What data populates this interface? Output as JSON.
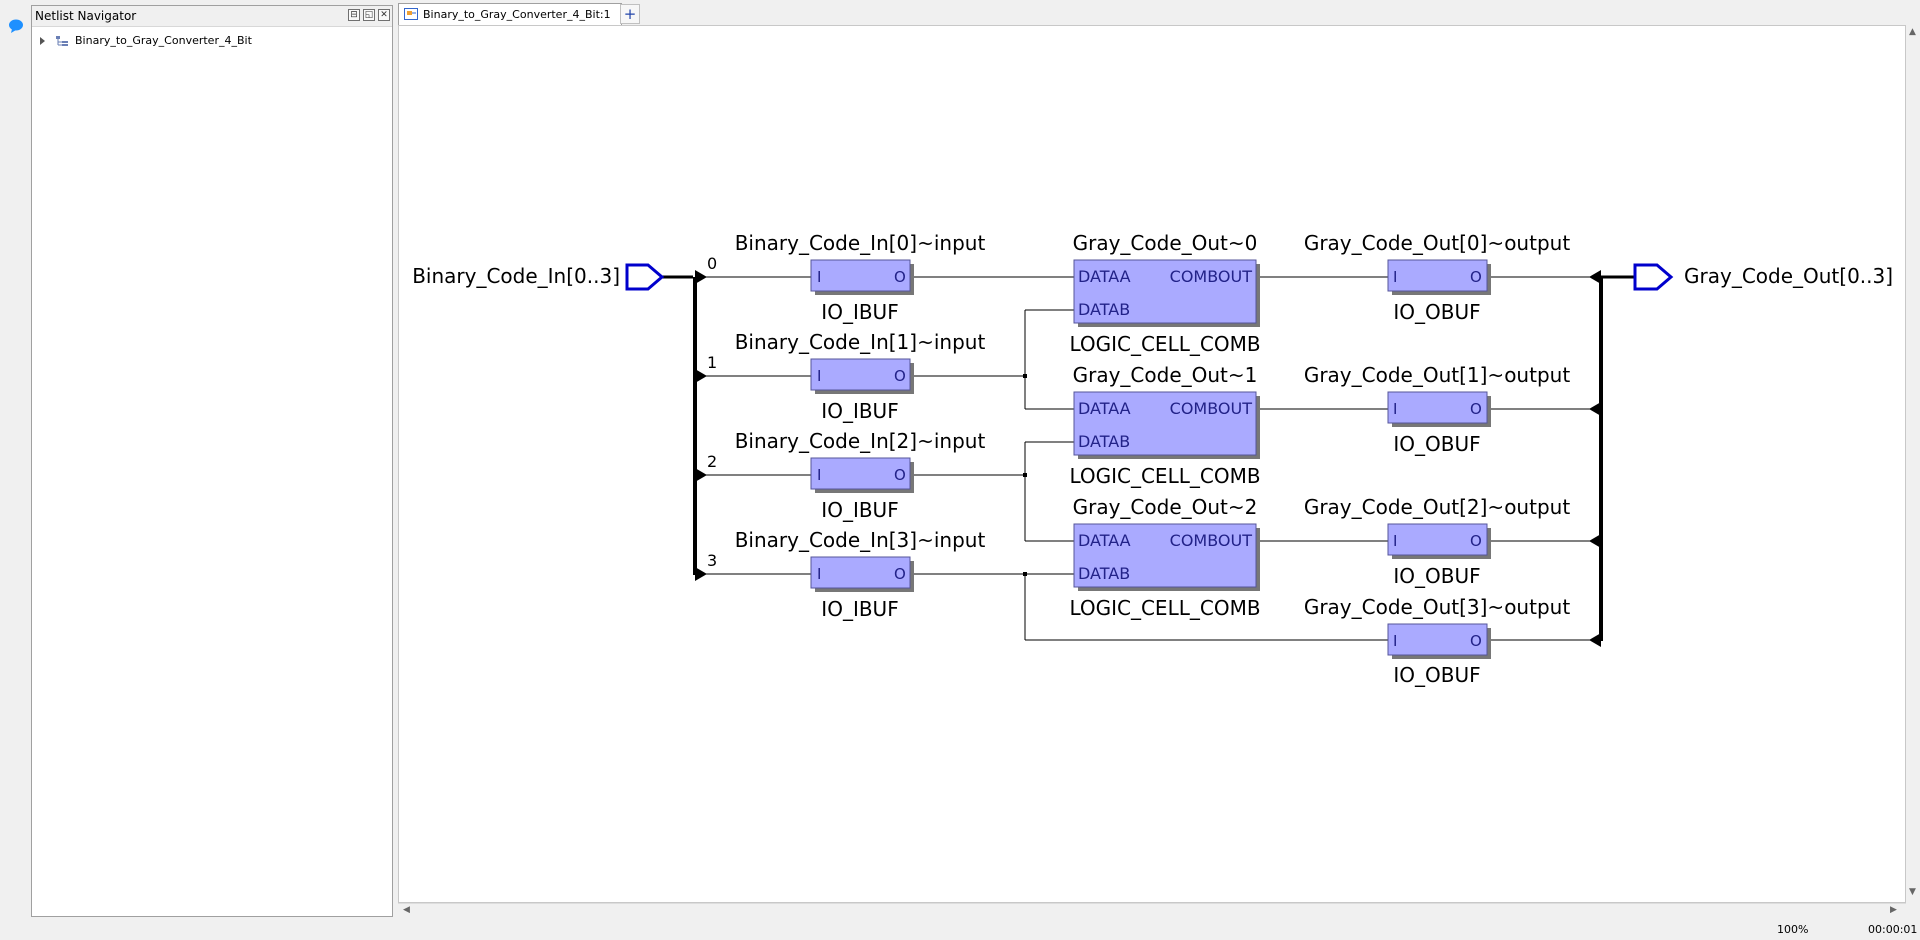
{
  "colors": {
    "block_fill": "#aaaaff",
    "block_stroke": "#55559a",
    "port_color": "#0000cc",
    "wire": "#000000",
    "pin_text": "#222288"
  },
  "navigator": {
    "title": "Netlist Navigator",
    "buttons": [
      "pin-icon",
      "float-icon",
      "close-icon"
    ],
    "tree_root": "Binary_to_Gray_Converter_4_Bit"
  },
  "tabs": {
    "active_label": "Binary_to_Gray_Converter_4_Bit:1",
    "add_label": "+"
  },
  "schematic": {
    "input_port": "Binary_Code_In[0..3]",
    "output_port": "Gray_Code_Out[0..3]",
    "bus_bits": [
      "0",
      "1",
      "2",
      "3"
    ],
    "ibufs": [
      {
        "name": "Binary_Code_In[0]~input",
        "type": "IO_IBUF",
        "pin_in": "I",
        "pin_out": "O"
      },
      {
        "name": "Binary_Code_In[1]~input",
        "type": "IO_IBUF",
        "pin_in": "I",
        "pin_out": "O"
      },
      {
        "name": "Binary_Code_In[2]~input",
        "type": "IO_IBUF",
        "pin_in": "I",
        "pin_out": "O"
      },
      {
        "name": "Binary_Code_In[3]~input",
        "type": "IO_IBUF",
        "pin_in": "I",
        "pin_out": "O"
      }
    ],
    "logic_cells": [
      {
        "name": "Gray_Code_Out~0",
        "type": "LOGIC_CELL_COMB",
        "pin_a": "DATAA",
        "pin_b": "DATAB",
        "pin_out": "COMBOUT"
      },
      {
        "name": "Gray_Code_Out~1",
        "type": "LOGIC_CELL_COMB",
        "pin_a": "DATAA",
        "pin_b": "DATAB",
        "pin_out": "COMBOUT"
      },
      {
        "name": "Gray_Code_Out~2",
        "type": "LOGIC_CELL_COMB",
        "pin_a": "DATAA",
        "pin_b": "DATAB",
        "pin_out": "COMBOUT"
      }
    ],
    "obufs": [
      {
        "name": "Gray_Code_Out[0]~output",
        "type": "IO_OBUF",
        "pin_in": "I",
        "pin_out": "O"
      },
      {
        "name": "Gray_Code_Out[1]~output",
        "type": "IO_OBUF",
        "pin_in": "I",
        "pin_out": "O"
      },
      {
        "name": "Gray_Code_Out[2]~output",
        "type": "IO_OBUF",
        "pin_in": "I",
        "pin_out": "O"
      },
      {
        "name": "Gray_Code_Out[3]~output",
        "type": "IO_OBUF",
        "pin_in": "I",
        "pin_out": "O"
      }
    ]
  },
  "status": {
    "zoom": "100%",
    "elapsed": "00:00:01"
  }
}
